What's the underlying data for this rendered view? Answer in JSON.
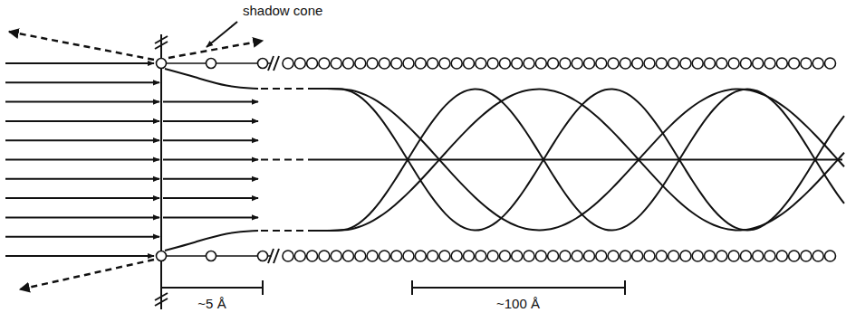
{
  "diagram": {
    "labels": [
      "shadow cone",
      "~5 Å",
      "~100 Å"
    ]
  }
}
